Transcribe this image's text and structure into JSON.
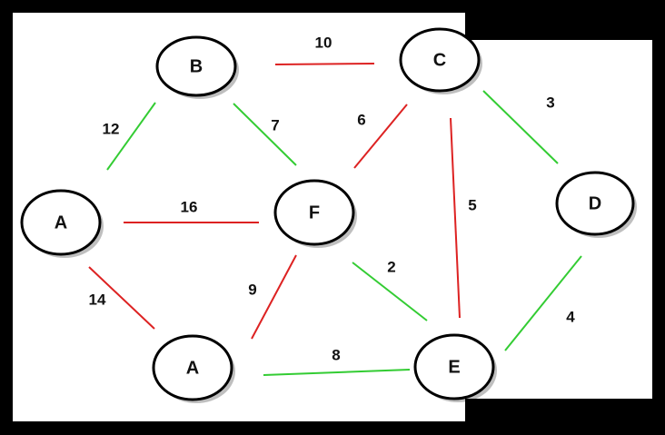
{
  "colors": {
    "red": "#dd2222",
    "green": "#33cc33",
    "node_stroke": "#000000",
    "node_fill": "#ffffff"
  },
  "nodes": [
    {
      "id": "B",
      "label": "B"
    },
    {
      "id": "C",
      "label": "C"
    },
    {
      "id": "A1",
      "label": "A"
    },
    {
      "id": "F",
      "label": "F"
    },
    {
      "id": "D",
      "label": "D"
    },
    {
      "id": "A2",
      "label": "A"
    },
    {
      "id": "E",
      "label": "E"
    }
  ],
  "edges": [
    {
      "from": "B",
      "to": "C",
      "weight": "10",
      "color": "red"
    },
    {
      "from": "A1",
      "to": "B",
      "weight": "12",
      "color": "green"
    },
    {
      "from": "B",
      "to": "F",
      "weight": "7",
      "color": "green"
    },
    {
      "from": "F",
      "to": "C",
      "weight": "6",
      "color": "red"
    },
    {
      "from": "C",
      "to": "D",
      "weight": "3",
      "color": "green"
    },
    {
      "from": "A1",
      "to": "F",
      "weight": "16",
      "color": "red"
    },
    {
      "from": "C",
      "to": "E",
      "weight": "5",
      "color": "red"
    },
    {
      "from": "F",
      "to": "E",
      "weight": "2",
      "color": "green"
    },
    {
      "from": "A1",
      "to": "A2",
      "weight": "14",
      "color": "red"
    },
    {
      "from": "F",
      "to": "A2",
      "weight": "9",
      "color": "red"
    },
    {
      "from": "E",
      "to": "D",
      "weight": "4",
      "color": "green"
    },
    {
      "from": "A2",
      "to": "E",
      "weight": "8",
      "color": "green"
    }
  ]
}
